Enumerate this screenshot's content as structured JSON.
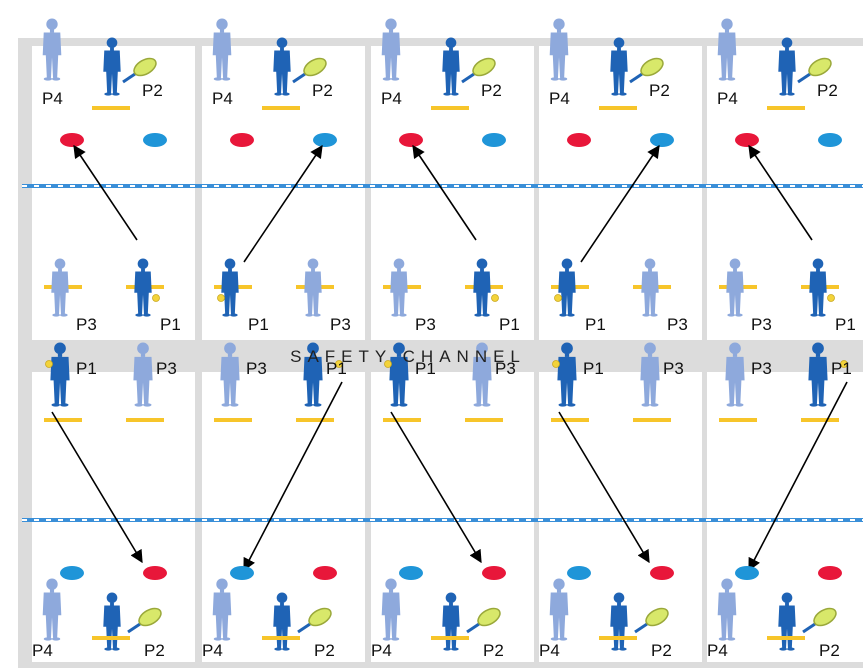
{
  "colors": {
    "background": "#ffffff",
    "channel": "#dcdcdc",
    "court": "#ffffff",
    "net_blue": "#3a8fd8",
    "net_white": "#ffffff",
    "active_player": "#1f63b5",
    "waiting_player": "#8ea9dc",
    "base_line": "#f7c52a",
    "target_red": "#e8173a",
    "target_blue": "#1f95d8",
    "ball": "#f3d33a",
    "racket": "#d8e86a",
    "arrow": "#000000"
  },
  "channel_label": "SAFETY  CHANNEL",
  "icons": {
    "player": "person-icon",
    "ball": "tennis-ball-icon",
    "racket": "tennis-racket-icon",
    "target": "target-spot-icon"
  },
  "courts": [
    {
      "top": {
        "left": "P4",
        "right": "P2"
      },
      "upper_baseline": {
        "left": "P3",
        "right": "P1",
        "server": "right"
      },
      "arrow_upper": "server-to-red",
      "lower_baseline": {
        "left": "P1",
        "right": "P3",
        "server": "left"
      },
      "arrow_lower": "server-to-red",
      "bottom": {
        "left": "P4",
        "right": "P2"
      }
    },
    {
      "top": {
        "left": "P4",
        "right": "P2"
      },
      "upper_baseline": {
        "left": "P1",
        "right": "P3",
        "server": "left"
      },
      "arrow_upper": "server-to-blue",
      "lower_baseline": {
        "left": "P3",
        "right": "P1",
        "server": "right"
      },
      "arrow_lower": "server-to-blue",
      "bottom": {
        "left": "P4",
        "right": "P2"
      }
    },
    {
      "top": {
        "left": "P4",
        "right": "P2"
      },
      "upper_baseline": {
        "left": "P3",
        "right": "P1",
        "server": "right"
      },
      "arrow_upper": "server-to-red",
      "lower_baseline": {
        "left": "P1",
        "right": "P3",
        "server": "left"
      },
      "arrow_lower": "server-to-red",
      "bottom": {
        "left": "P4",
        "right": "P2"
      }
    },
    {
      "top": {
        "left": "P4",
        "right": "P2"
      },
      "upper_baseline": {
        "left": "P1",
        "right": "P3",
        "server": "left"
      },
      "arrow_upper": "server-to-blue",
      "lower_baseline": {
        "left": "P1",
        "right": "P3",
        "server": "left"
      },
      "arrow_lower": "server-to-red",
      "bottom": {
        "left": "P4",
        "right": "P2"
      }
    },
    {
      "top": {
        "left": "P4",
        "right": "P2"
      },
      "upper_baseline": {
        "left": "P3",
        "right": "P1",
        "server": "right"
      },
      "arrow_upper": "server-to-red",
      "lower_baseline": {
        "left": "P3",
        "right": "P1",
        "server": "right"
      },
      "arrow_lower": "server-to-blue",
      "bottom": {
        "left": "P4",
        "right": "P2"
      }
    }
  ]
}
